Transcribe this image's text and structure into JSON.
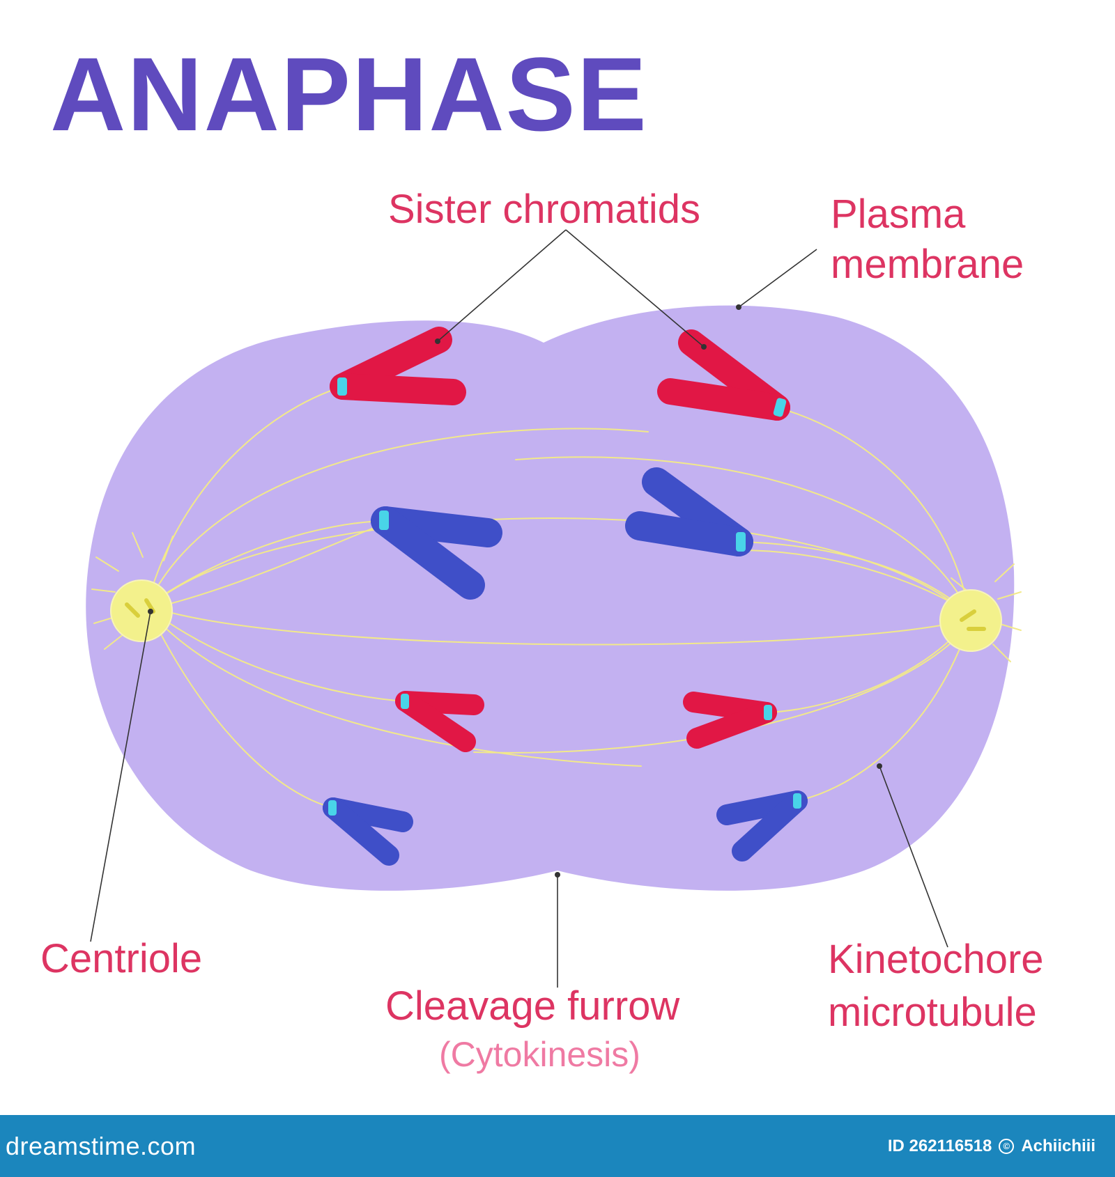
{
  "title": "ANAPHASE",
  "labels": {
    "sister_chromatids": "Sister chromatids",
    "plasma_membrane_line1": "Plasma",
    "plasma_membrane_line2": "membrane",
    "centriole": "Centriole",
    "cleavage_furrow": "Cleavage furrow",
    "cytokinesis": "(Cytokinesis)",
    "kinetochore_line1": "Kinetochore",
    "kinetochore_line2": "microtubule"
  },
  "footer": {
    "logo": "dreamstime.com",
    "id_text": "ID 262116518",
    "author": "Achiichiii"
  },
  "colors": {
    "title": "#5f4bbe",
    "label": "#dd3462",
    "label_sub": "#ef7aa3",
    "cell": "#c3b1f1",
    "red_chromatid": "#e11745",
    "blue_chromatid": "#3f4fc8",
    "kinetochore": "#49d4e8",
    "centriole": "#f3f18c",
    "microtubule": "#f2e98a",
    "footer": "#1b86bd"
  }
}
